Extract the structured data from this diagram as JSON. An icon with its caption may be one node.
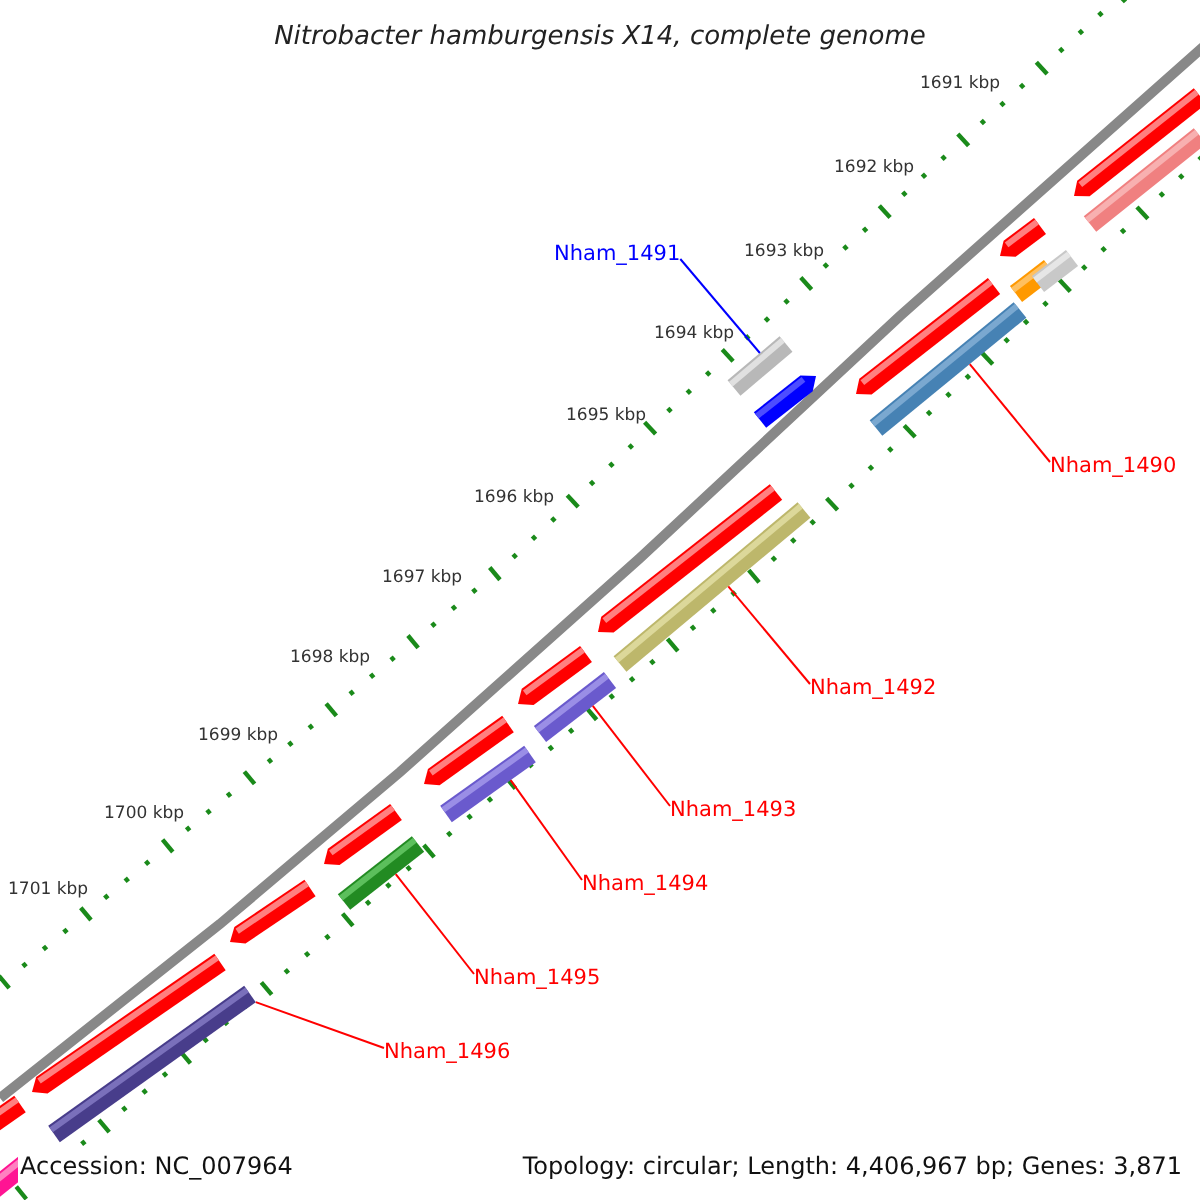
{
  "diagram": {
    "title": "Nitrobacter hamburgensis X14, complete genome",
    "nodes": [
      {
        "text": [
          "Nham_1491"
        ]
      },
      {
        "text": [
          "Nham_1490"
        ]
      },
      {
        "text": [
          "Nham_1492"
        ]
      },
      {
        "text": [
          "Nham_1493"
        ]
      },
      {
        "text": [
          "Nham_1494"
        ]
      },
      {
        "text": [
          "Nham_1495"
        ]
      },
      {
        "text": [
          "Nham_1496"
        ]
      },
      {
        "text": [],
        "shape": "bar"
      },
      {
        "text": [],
        "shape": "bar"
      },
      {
        "text": [],
        "shape": "bar"
      },
      {
        "text": [],
        "shape": "bar"
      },
      {
        "text": [],
        "shape": "bar"
      },
      {
        "text": [],
        "shape": "bar"
      },
      {
        "text": [],
        "shape": "bar"
      }
    ],
    "edges": [
      {
        "from": 0,
        "to": 7,
        "arrow": "none",
        "color": "#0000ff"
      },
      {
        "from": 1,
        "to": 8,
        "arrow": "none"
      },
      {
        "from": 2,
        "to": 9,
        "arrow": "none"
      },
      {
        "from": 3,
        "to": 10,
        "arrow": "none"
      },
      {
        "from": 4,
        "to": 11,
        "arrow": "none"
      },
      {
        "from": 5,
        "to": 12,
        "arrow": "none"
      },
      {
        "from": 6,
        "to": 13,
        "arrow": "none"
      }
    ],
    "labels": [
      "1691 kbp",
      "1692 kbp",
      "1693 kbp",
      "1694 kbp",
      "1695 kbp",
      "1696 kbp",
      "1697 kbp",
      "1698 kbp",
      "1699 kbp",
      "1700 kbp",
      "1701 kbp",
      "Accession: NC_007964",
      "Topology: circular; Length: 4,406,967 bp; Genes: 3,871"
    ]
  }
}
